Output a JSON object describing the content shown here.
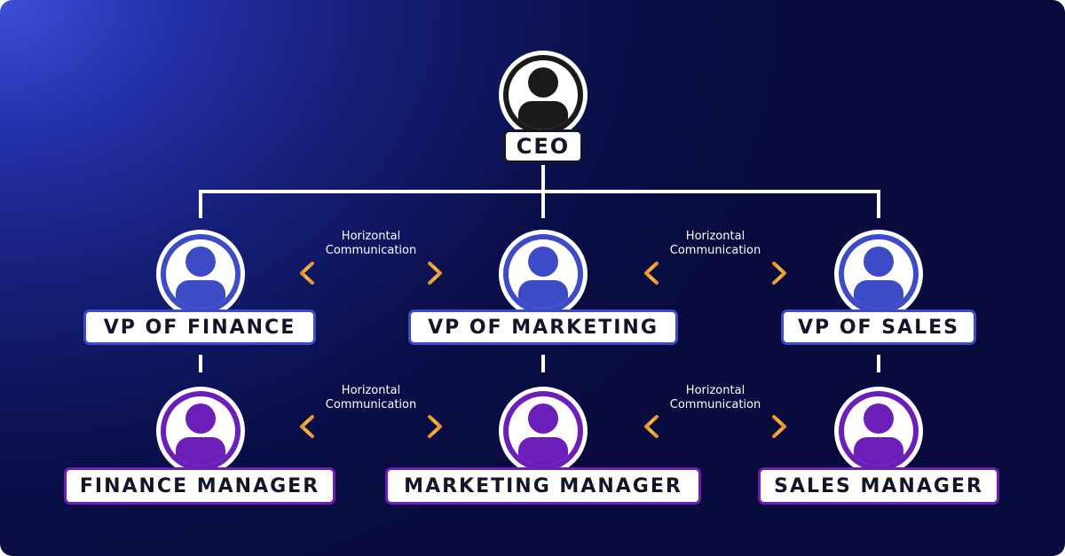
{
  "colors": {
    "ceo": "#1a1a1a",
    "vp": "#3d4bc6",
    "manager": "#6b1fb8",
    "arrow": "#f0a030",
    "connector": "#ffffff"
  },
  "nodes": {
    "ceo": {
      "label": "CEO",
      "icon": "person-icon"
    },
    "vp_finance": {
      "label": "VP OF FINANCE",
      "icon": "person-icon"
    },
    "vp_marketing": {
      "label": "VP OF MARKETING",
      "icon": "person-icon"
    },
    "vp_sales": {
      "label": "VP OF SALES",
      "icon": "person-icon"
    },
    "finance_manager": {
      "label": "FINANCE MANAGER",
      "icon": "person-icon"
    },
    "marketing_manager": {
      "label": "MARKETING MANAGER",
      "icon": "person-icon"
    },
    "sales_manager": {
      "label": "SALES MANAGER",
      "icon": "person-icon"
    }
  },
  "links": [
    {
      "from": "ceo",
      "to": "vp_finance"
    },
    {
      "from": "ceo",
      "to": "vp_marketing"
    },
    {
      "from": "ceo",
      "to": "vp_sales"
    },
    {
      "from": "vp_finance",
      "to": "finance_manager"
    },
    {
      "from": "vp_marketing",
      "to": "marketing_manager"
    },
    {
      "from": "vp_sales",
      "to": "sales_manager"
    }
  ],
  "horizontal_links": [
    {
      "between": [
        "vp_finance",
        "vp_marketing"
      ],
      "line1": "Horizontal",
      "line2": "Communication"
    },
    {
      "between": [
        "vp_marketing",
        "vp_sales"
      ],
      "line1": "Horizontal",
      "line2": "Communication"
    },
    {
      "between": [
        "finance_manager",
        "marketing_manager"
      ],
      "line1": "Horizontal",
      "line2": "Communication"
    },
    {
      "between": [
        "marketing_manager",
        "sales_manager"
      ],
      "line1": "Horizontal",
      "line2": "Communication"
    }
  ]
}
